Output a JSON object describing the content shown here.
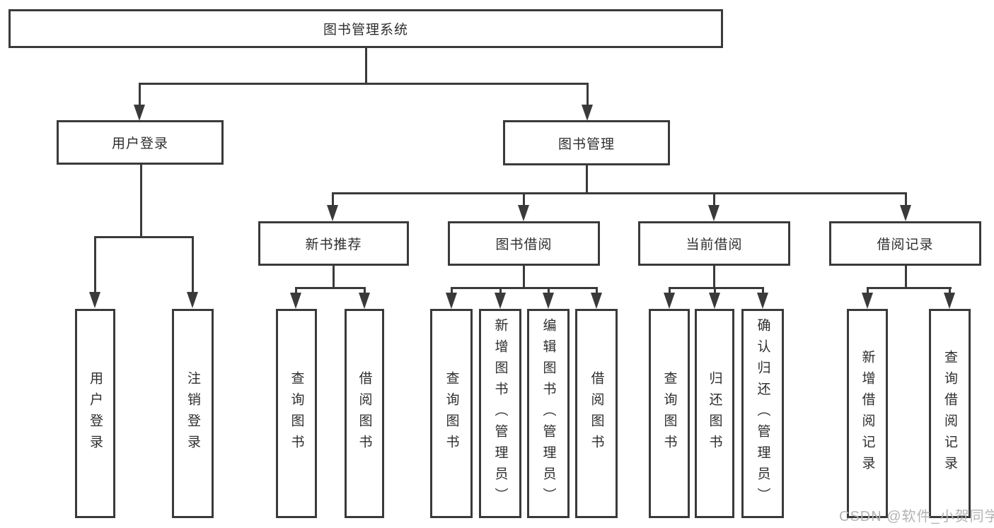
{
  "diagram": {
    "colors": {
      "line": "#3a3a3a",
      "text": "#2e2e2e",
      "background": "#ffffff",
      "watermark_text": "#b3b3b3"
    },
    "tree": {
      "root": {
        "label": "图书管理系统"
      },
      "branches": [
        {
          "label": "用户登录",
          "children": [
            {
              "label": "用户登录"
            },
            {
              "label": "注销登录"
            }
          ]
        },
        {
          "label": "图书管理",
          "children": [
            {
              "label": "新书推荐",
              "children": [
                {
                  "label": "查询图书"
                },
                {
                  "label": "借阅图书"
                }
              ]
            },
            {
              "label": "图书借阅",
              "children": [
                {
                  "label": "查询图书"
                },
                {
                  "label": "新增图书（管理员）"
                },
                {
                  "label": "编辑图书（管理员）"
                },
                {
                  "label": "借阅图书"
                }
              ]
            },
            {
              "label": "当前借阅",
              "children": [
                {
                  "label": "查询图书"
                },
                {
                  "label": "归还图书"
                },
                {
                  "label": "确认归还（管理员）"
                }
              ]
            },
            {
              "label": "借阅记录",
              "children": [
                {
                  "label": "新增借阅记录"
                },
                {
                  "label": "查询借阅记录"
                }
              ]
            }
          ]
        }
      ]
    }
  },
  "watermark": {
    "text": "CSDN @软件_小贺同学"
  }
}
